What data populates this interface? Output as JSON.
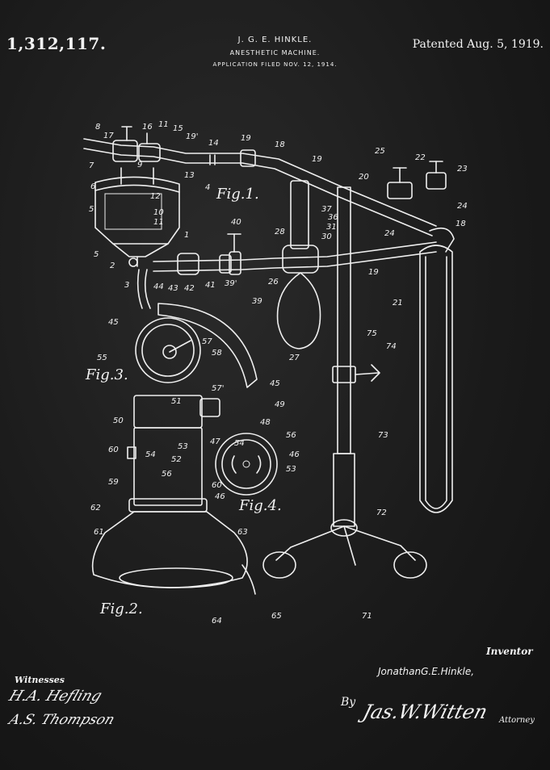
{
  "header": {
    "patent_number": "1,312,117.",
    "inventor": "J. G. E. HINKLE.",
    "title": "ANESTHETIC MACHINE.",
    "filed": "APPLICATION FILED NOV. 12, 1914.",
    "patented_date": "Patented Aug. 5, 1919."
  },
  "figures": {
    "fig1": "Fig.1.",
    "fig2": "Fig.2.",
    "fig3": "Fig.3.",
    "fig4": "Fig.4."
  },
  "reference_numerals": {
    "n8": "8",
    "n17": "17",
    "n16": "16",
    "n11": "11",
    "n15": "15",
    "n19a": "19",
    "n19b": "19'",
    "n14": "14",
    "n18a": "18",
    "n7": "7",
    "n9": "9",
    "n13": "13",
    "n6": "6",
    "n12": "12",
    "n4": "4",
    "n10": "10",
    "n11b": "11",
    "n5a": "5",
    "n1": "1",
    "n5b": "5",
    "n2": "2",
    "n3": "3",
    "n40": "40",
    "n37": "37",
    "n36": "36",
    "n31": "31",
    "n30": "30",
    "n28": "28",
    "n19c": "19",
    "n20": "20",
    "n25": "25",
    "n22": "22",
    "n23": "23",
    "n24a": "24",
    "n24b": "24",
    "n18b": "18",
    "n19d": "19",
    "n44": "44",
    "n43": "43",
    "n42": "42",
    "n41": "41",
    "n39a": "39'",
    "n39b": "39",
    "n26": "26",
    "n21": "21",
    "n45a": "45",
    "n27": "27",
    "n75": "75",
    "n74": "74",
    "n55": "55",
    "n57": "57",
    "n58": "58",
    "n57b": "57'",
    "n45b": "45",
    "n51": "51",
    "n49": "49",
    "n50": "50",
    "n48": "48",
    "n56a": "56",
    "n47": "47",
    "n54a": "54",
    "n46a": "46",
    "n53a": "53",
    "n73": "73",
    "n60a": "60",
    "n54b": "54",
    "n52": "52",
    "n53b": "53",
    "n56b": "56",
    "n59": "59",
    "n60b": "60",
    "n46b": "46",
    "n62": "62",
    "n72": "72",
    "n61": "61",
    "n63": "63",
    "n64": "64",
    "n65": "65",
    "n71": "71"
  },
  "signatures": {
    "inventor_caption": "Inventor",
    "inventor_name": "JonathanG.E.Hinkle,",
    "by": "By",
    "attorney_name": "Jas.W.Witten",
    "attorney_caption": "Attorney",
    "witnesses_caption": "Witnesses",
    "witness_1": "H.A. Hefling",
    "witness_2": "A.S. Thompson"
  }
}
